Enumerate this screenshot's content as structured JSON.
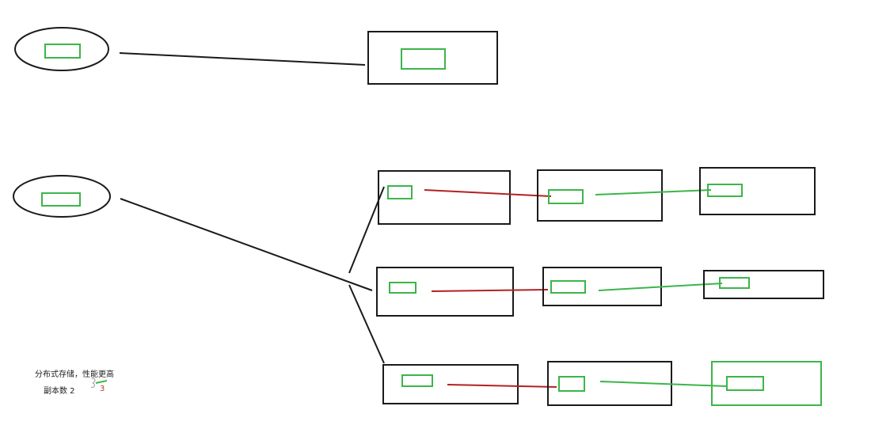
{
  "notes": {
    "line1": "分布式存储，性能更高",
    "line2": "副本数 2",
    "line3": "3"
  },
  "colors": {
    "stroke": "#1a1a1a",
    "inner": "#3cb54a",
    "red_link": "#b22222",
    "green_link": "#3cb54a"
  }
}
